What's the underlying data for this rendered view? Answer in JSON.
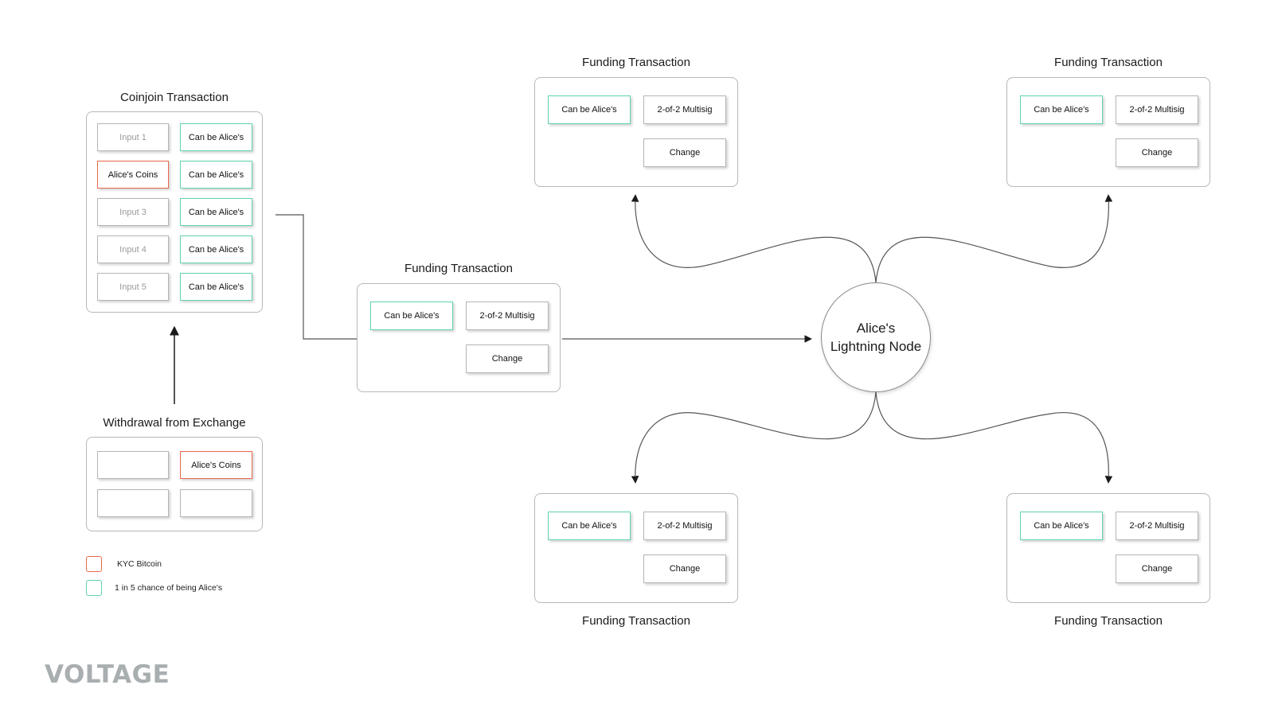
{
  "coinjoin": {
    "title": "Coinjoin Transaction",
    "inputs": [
      "Input 1",
      "Alice's Coins",
      "Input 3",
      "Input 4",
      "Input 5"
    ],
    "outputs": [
      "Can be Alice's",
      "Can be Alice's",
      "Can be Alice's",
      "Can be Alice's",
      "Can be Alice's"
    ]
  },
  "withdrawal": {
    "title": "Withdrawal from Exchange",
    "coin_label": "Alice's Coins"
  },
  "legend": {
    "kyc": "KYC Bitcoin",
    "chance": "1 in 5 chance of being Alice's"
  },
  "funding_center": {
    "title": "Funding Transaction",
    "output1": "Can be Alice's",
    "output2": "2-of-2 Multisig",
    "output3": "Change"
  },
  "funding_tl": {
    "title": "Funding Transaction",
    "output1": "Can be Alice's",
    "output2": "2-of-2 Multisig",
    "output3": "Change"
  },
  "funding_tr": {
    "title": "Funding Transaction",
    "output1": "Can be Alice's",
    "output2": "2-of-2 Multisig",
    "output3": "Change"
  },
  "funding_bl": {
    "title": "Funding Transaction",
    "output1": "Can be Alice's",
    "output2": "2-of-2 Multisig",
    "output3": "Change"
  },
  "funding_br": {
    "title": "Funding Transaction",
    "output1": "Can be Alice's",
    "output2": "2-of-2 Multisig",
    "output3": "Change"
  },
  "node": {
    "line1": "Alice's",
    "line2": "Lightning Node"
  },
  "logo": "VOLTAGE",
  "colors": {
    "kyc": "#e8684a",
    "possible": "#5fd3b3",
    "logo": "#a9aeb0"
  }
}
